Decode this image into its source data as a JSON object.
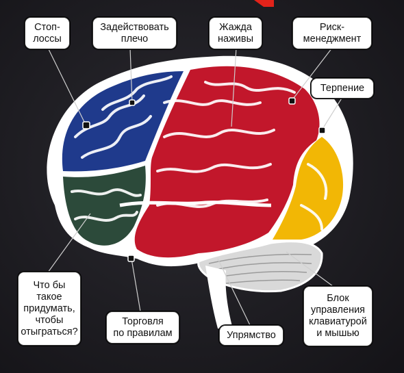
{
  "labels": {
    "stop_losses": "Стоп-\nлоссы",
    "use_leverage": "Задействовать\nплечо",
    "greed": "Жажда\nнаживы",
    "risk_management": "Риск-\nменеджмент",
    "patience": "Терпение",
    "win_back": "Что бы\nтакое\nпридумать,\nчтобы\nотыграться?",
    "trade_by_rules": "Торговля\nпо правилам",
    "stubbornness": "Упрямство",
    "keyboard_mouse_block": "Блок\nуправления\nклавиатурой\nи мышью"
  },
  "colors": {
    "background": "#1d1c20",
    "frontal_blue": "#1f3a8c",
    "temporal_green": "#2c4a3a",
    "parietal_red": "#c2172b",
    "occipital_yellow": "#f2b705",
    "cerebellum_gray": "#d9d9d9",
    "outline": "#ffffff",
    "title_red": "#e2231a"
  },
  "icons": {
    "connector": "connector-dot-icon"
  }
}
